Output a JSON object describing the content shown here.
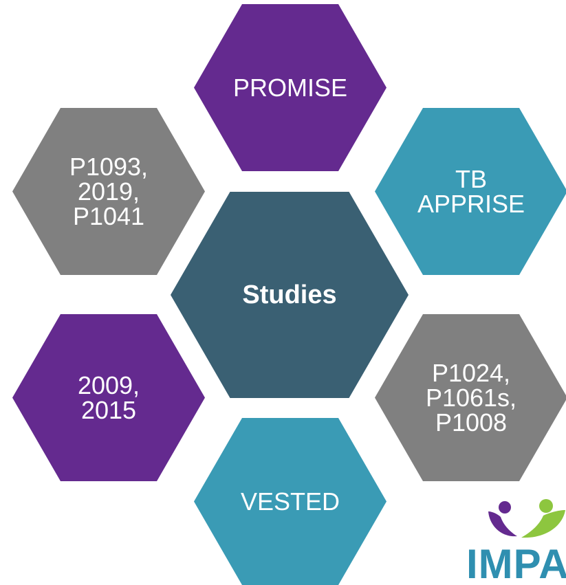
{
  "diagram": {
    "center": {
      "label": "Studies",
      "color": "#3a6073"
    },
    "nodes": [
      {
        "id": "top",
        "label": "PROMISE",
        "color": "#642a8f"
      },
      {
        "id": "upper-right",
        "label": "TB\nAPPRISE",
        "color": "#3a9bb5"
      },
      {
        "id": "lower-right",
        "label": "P1024,\nP1061s,\nP1008",
        "color": "#808080"
      },
      {
        "id": "bottom",
        "label": "VESTED",
        "color": "#3a9bb5"
      },
      {
        "id": "lower-left",
        "label": "2009,\n2015",
        "color": "#642a8f"
      },
      {
        "id": "upper-left",
        "label": "P1093,\n2019,\nP1041",
        "color": "#808080"
      }
    ]
  },
  "logo": {
    "text": "IMPAACT",
    "text_color": "#2f8fb0",
    "figure_colors": [
      "#642a8f",
      "#8dc63f"
    ]
  }
}
